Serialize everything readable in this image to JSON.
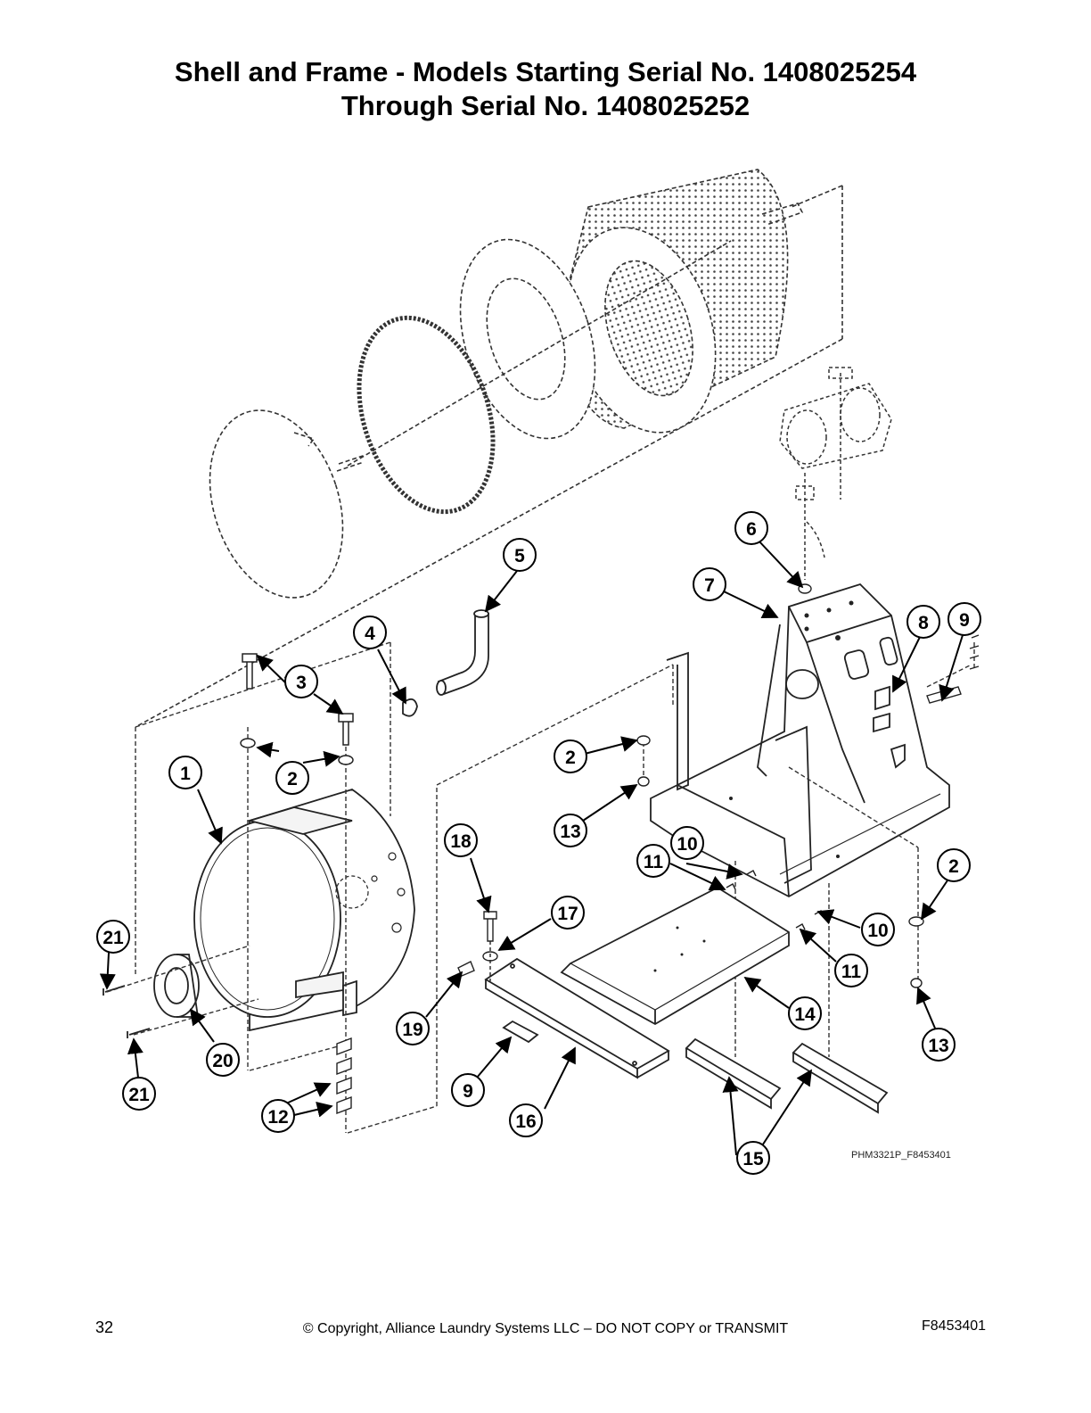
{
  "title": {
    "line1": "Shell and Frame - Models Starting Serial No. 1408025254",
    "line2": "Through Serial No. 1408025252"
  },
  "figure_ref": "PHM3321P_F8453401",
  "callouts": [
    {
      "id": "c1",
      "label": "1"
    },
    {
      "id": "c2a",
      "label": "2"
    },
    {
      "id": "c2b",
      "label": "2"
    },
    {
      "id": "c2c",
      "label": "2"
    },
    {
      "id": "c3",
      "label": "3"
    },
    {
      "id": "c4",
      "label": "4"
    },
    {
      "id": "c5",
      "label": "5"
    },
    {
      "id": "c6",
      "label": "6"
    },
    {
      "id": "c7",
      "label": "7"
    },
    {
      "id": "c8",
      "label": "8"
    },
    {
      "id": "c9a",
      "label": "9"
    },
    {
      "id": "c9b",
      "label": "9"
    },
    {
      "id": "c10a",
      "label": "10"
    },
    {
      "id": "c10b",
      "label": "10"
    },
    {
      "id": "c11a",
      "label": "11"
    },
    {
      "id": "c11b",
      "label": "11"
    },
    {
      "id": "c12",
      "label": "12"
    },
    {
      "id": "c13a",
      "label": "13"
    },
    {
      "id": "c13b",
      "label": "13"
    },
    {
      "id": "c14",
      "label": "14"
    },
    {
      "id": "c15",
      "label": "15"
    },
    {
      "id": "c16",
      "label": "16"
    },
    {
      "id": "c17",
      "label": "17"
    },
    {
      "id": "c18",
      "label": "18"
    },
    {
      "id": "c19",
      "label": "19"
    },
    {
      "id": "c20",
      "label": "20"
    },
    {
      "id": "c21a",
      "label": "21"
    },
    {
      "id": "c21b",
      "label": "21"
    }
  ],
  "footer": {
    "page_number": "32",
    "copyright": "© Copyright, Alliance Laundry Systems LLC – DO NOT COPY or TRANSMIT",
    "doc_code": "F8453401"
  }
}
